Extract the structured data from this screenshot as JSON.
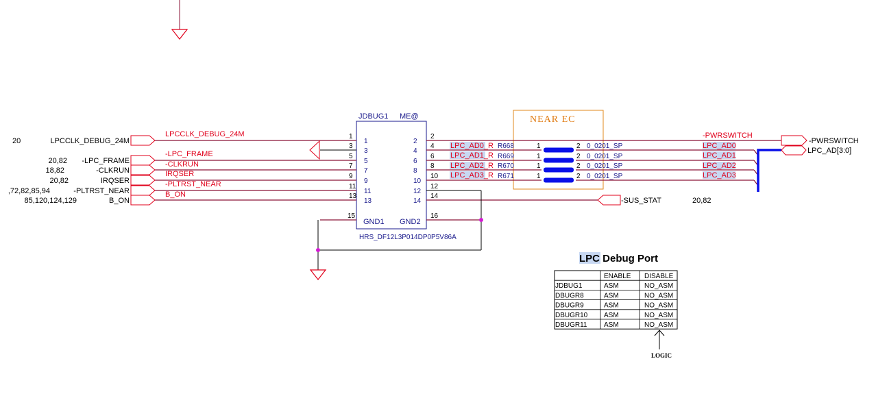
{
  "colors": {
    "net": "#8b1538",
    "wire": "#000000",
    "label_red": "#e0001b",
    "black_text": "#000000",
    "blue_text": "#1a1a8c",
    "orange_box": "#e08a1e",
    "orange_text": "#e07a10",
    "highlight": "#c8d8f2",
    "bus_blue": "#0a10e8",
    "magenta_dot": "#d21bd2"
  },
  "connector": {
    "refdes": "JDBUG1",
    "property": "ME@",
    "part_number": "HRS_DF12L3P014DP0P5V86A",
    "left_pins": [
      "1",
      "3",
      "5",
      "7",
      "9",
      "11",
      "13"
    ],
    "right_pins": [
      "2",
      "4",
      "6",
      "8",
      "10",
      "12",
      "14"
    ],
    "gnd1_label": "GND1",
    "gnd2_label": "GND2",
    "gnd1_pin": "15",
    "gnd2_pin": "16"
  },
  "left_ports": [
    {
      "ref": "20",
      "name": "LPCCLK_DEBUG_24M"
    },
    {
      "ref": "20,82",
      "name": "-LPC_FRAME"
    },
    {
      "ref": "18,82",
      "name": "-CLKRUN"
    },
    {
      "ref": "20,82",
      "name": "IRQSER"
    },
    {
      "ref": ",72,82,85,94",
      "name": "-PLTRST_NEAR"
    },
    {
      "ref": "85,120,124,129",
      "name": "B_ON"
    }
  ],
  "left_nets": [
    "LPCCLK_DEBUG_24M",
    "-LPC_FRAME",
    "-CLKRUN",
    "IRQSER",
    "-PLTRST_NEAR",
    "B_ON"
  ],
  "right_nets": [
    "LPC_AD0_R",
    "LPC_AD1_R",
    "LPC_AD2_R",
    "LPC_AD3_R"
  ],
  "resistors": [
    {
      "ref": "R668",
      "pin1": "1",
      "pin2": "2",
      "value": "0_0201_SP"
    },
    {
      "ref": "R669",
      "pin1": "1",
      "pin2": "2",
      "value": "0_0201_SP"
    },
    {
      "ref": "R670",
      "pin1": "1",
      "pin2": "2",
      "value": "0_0201_SP"
    },
    {
      "ref": "R671",
      "pin1": "1",
      "pin2": "2",
      "value": "0_0201_SP"
    }
  ],
  "near_ec_label": "NEAR EC",
  "right_out_nets": [
    "-PWRSWITCH",
    "LPC_AD0",
    "LPC_AD1",
    "LPC_AD2",
    "LPC_AD3"
  ],
  "right_ports": {
    "pwrswitch": "-PWRSWITCH",
    "lpc_ad": "LPC_AD[3:0]",
    "sus_stat": "-SUS_STAT",
    "sus_stat_ref": "20,82"
  },
  "debug_table": {
    "title": "LPC Debug Port",
    "headers": [
      "",
      "ENABLE",
      "DISABLE"
    ],
    "rows": [
      [
        "JDBUG1",
        "ASM",
        "NO_ASM"
      ],
      [
        "DBUGR8",
        "ASM",
        "NO_ASM"
      ],
      [
        "DBUGR9",
        "ASM",
        "NO_ASM"
      ],
      [
        "DBUGR10",
        "ASM",
        "NO_ASM"
      ],
      [
        "DBUGR11",
        "ASM",
        "NO_ASM"
      ]
    ],
    "logic_label": "LOGIC"
  }
}
